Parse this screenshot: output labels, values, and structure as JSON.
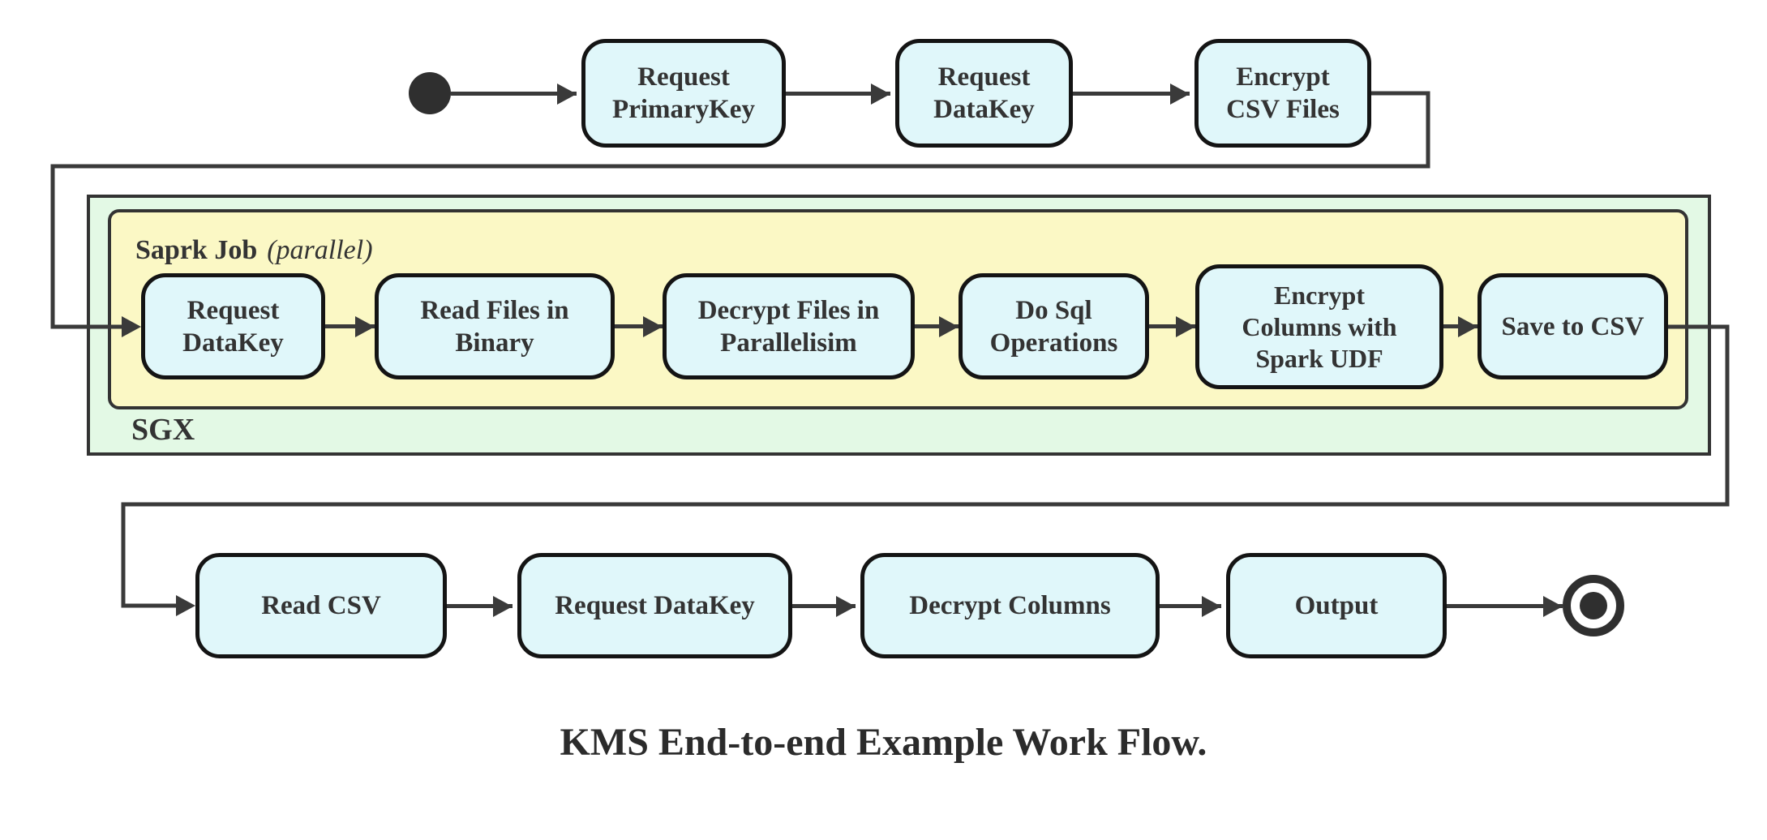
{
  "diagram": {
    "title": "KMS End-to-end Example Work Flow.",
    "top_row": {
      "nodes": [
        {
          "label": "Request\nPrimaryKey"
        },
        {
          "label": "Request\nDataKey"
        },
        {
          "label": "Encrypt\nCSV Files"
        }
      ]
    },
    "sgx_container": {
      "label": "SGX",
      "spark_container": {
        "label": "Saprk Job",
        "label_suffix": "(parallel)",
        "nodes": [
          {
            "label": "Request\nDataKey"
          },
          {
            "label": "Read Files in\nBinary"
          },
          {
            "label": "Decrypt Files in\nParallelisim"
          },
          {
            "label": "Do Sql\nOperations"
          },
          {
            "label": "Encrypt\nColumns with\nSpark UDF"
          },
          {
            "label": "Save to CSV"
          }
        ]
      }
    },
    "bottom_row": {
      "nodes": [
        {
          "label": "Read CSV"
        },
        {
          "label": "Request DataKey"
        },
        {
          "label": "Decrypt Columns"
        },
        {
          "label": "Output"
        }
      ]
    },
    "colors": {
      "node_fill": "#e0f7fa",
      "node_border": "#141414",
      "spark_fill": "#fbf8c5",
      "sgx_fill": "#e3f9e5",
      "container_border": "#333333",
      "connector": "#3a3a3a",
      "terminal": "#2f2f2f"
    }
  }
}
